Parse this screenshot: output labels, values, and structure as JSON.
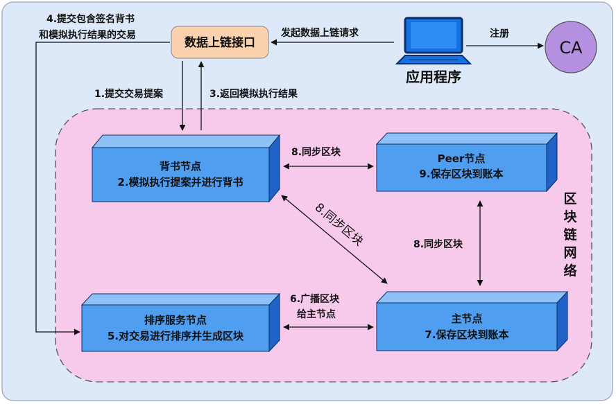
{
  "labels": {
    "step4_line1": "4.提交包含签名背书",
    "step4_line2": "和模拟执行结果的交易",
    "step1": "1.提交交易提案",
    "step3": "3.返回模拟执行结果",
    "request": "发起数据上链请求",
    "register": "注册",
    "sync_top": "8.同步区块",
    "sync_diag": "8.同步区块",
    "sync_right": "8.同步区块",
    "broadcast_line1": "6.广播区块",
    "broadcast_line2": "给主节点"
  },
  "nodes": {
    "api": "数据上链接口",
    "app": "应用程序",
    "ca": "CA",
    "endorser_title": "背书节点",
    "endorser_desc": "2.模拟执行提案并进行背书",
    "peer_title": "Peer节点",
    "peer_desc": "9.保存区块到账本",
    "orderer_title": "排序服务节点",
    "orderer_desc": "5.对交易进行排序并生成区块",
    "master_title": "主节点",
    "master_desc": "7.保存区块到账本"
  },
  "network": {
    "c1": "区",
    "c2": "块",
    "c3": "链",
    "c4": "网",
    "c5": "络"
  },
  "icons": {
    "app": "computer-monitor-icon"
  },
  "colors": {
    "outer_bg": "#dde8f8",
    "network_bg": "#f7c9ea",
    "node_front": "#4f9ef0",
    "node_side": "#1f63c6",
    "node_top": "#8ec2f7",
    "api_bg": "#fad2ae",
    "ca_bg": "#b690e0"
  }
}
